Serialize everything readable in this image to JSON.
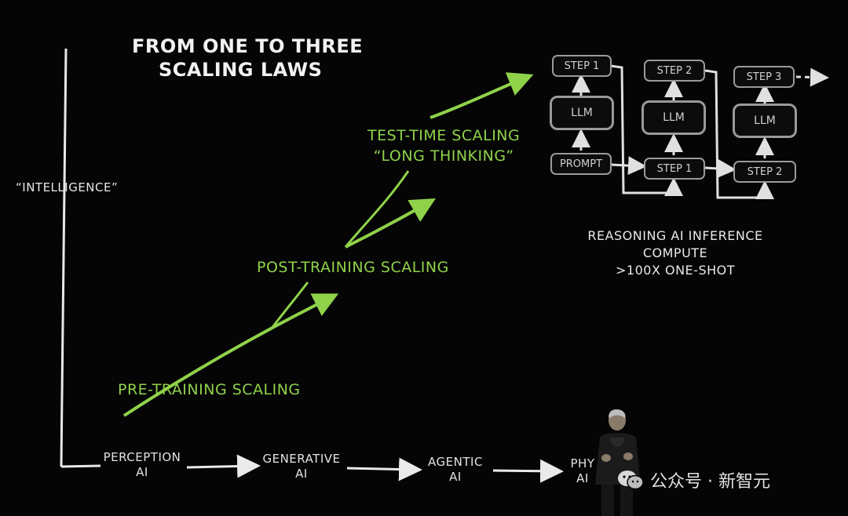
{
  "title": {
    "line1": "FROM ONE TO THREE",
    "line2": "SCALING LAWS"
  },
  "y_axis_label": "“INTELLIGENCE”",
  "scaling_laws": [
    {
      "id": "pre-training",
      "label": "PRE-TRAINING SCALING"
    },
    {
      "id": "post-training",
      "label": "POST-TRAINING SCALING"
    },
    {
      "id": "test-time",
      "label_line1": "TEST-TIME SCALING",
      "label_line2": "“LONG THINKING”"
    }
  ],
  "eras": [
    {
      "line1": "PERCEPTION",
      "line2": "AI"
    },
    {
      "line1": "GENERATIVE",
      "line2": "AI"
    },
    {
      "line1": "AGENTIC",
      "line2": "AI"
    },
    {
      "line1": "PHY",
      "line2": "AI"
    }
  ],
  "reasoning_flow": {
    "col1": {
      "top": "STEP 1",
      "mid": "LLM",
      "bottom": "PROMPT"
    },
    "col2": {
      "top": "STEP 2",
      "mid": "LLM",
      "bottom": "STEP 1"
    },
    "col3": {
      "top": "STEP 3",
      "mid": "LLM",
      "bottom": "STEP 2"
    }
  },
  "reasoning_caption": {
    "line1": "REASONING AI INFERENCE",
    "line2": "COMPUTE",
    "line3": ">100X ONE-SHOT"
  },
  "watermark": "公众号 · 新智元",
  "colors": {
    "background": "#050505",
    "green": "#8fd24a",
    "chalk": "#e8e8e8",
    "box": "#9a9a9a"
  }
}
